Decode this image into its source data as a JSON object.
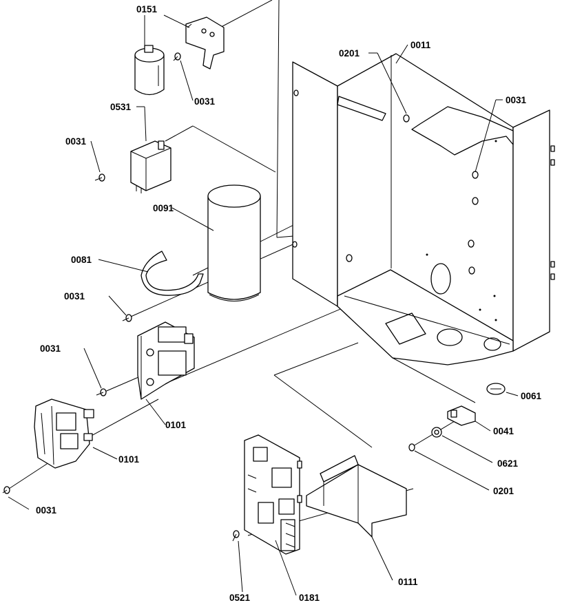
{
  "callouts": {
    "c0151": "0151",
    "c0031_top": "0031",
    "c0531": "0531",
    "c0031_left1": "0031",
    "c0091": "0091",
    "c0081": "0081",
    "c0031_left2": "0031",
    "c0031_left3": "0031",
    "c0101_mid": "0101",
    "c0101_low": "0101",
    "c0031_bottom": "0031",
    "c0201_top": "0201",
    "c0011": "0011",
    "c0031_right": "0031",
    "c0061": "0061",
    "c0041": "0041",
    "c0621": "0621",
    "c0201_low": "0201",
    "c0521": "0521",
    "c0181": "0181",
    "c0111": "0111"
  }
}
